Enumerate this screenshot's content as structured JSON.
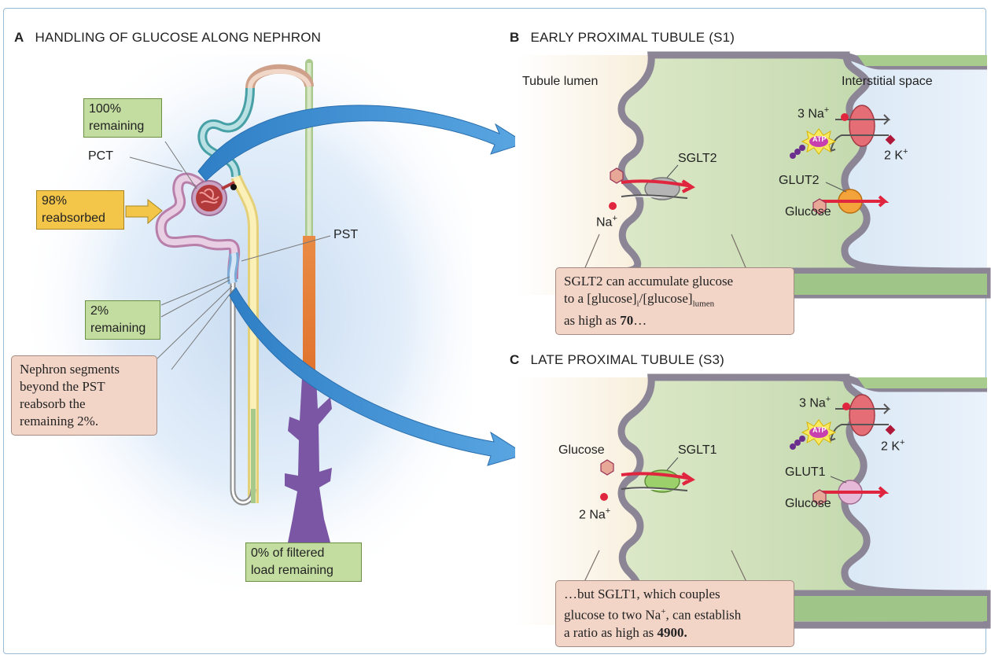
{
  "panel_a": {
    "letter": "A",
    "title": "HANDLING OF GLUCOSE ALONG NEPHRON",
    "box_100": [
      "100%",
      "remaining"
    ],
    "pct_label": "PCT",
    "box_98": [
      "98%",
      "reabsorbed"
    ],
    "pst_label": "PST",
    "box_2": [
      "2%",
      "remaining"
    ],
    "note": [
      "Nephron segments",
      "beyond the PST",
      "reabsorb the",
      "remaining 2%."
    ],
    "box_0": [
      "0% of filtered",
      "load remaining"
    ]
  },
  "panel_b": {
    "letter": "B",
    "title": "EARLY PROXIMAL TUBULE (S1)",
    "lumen_label": "Tubule lumen",
    "interstitial_label": "Interstitial space",
    "na3_label": "3 Na",
    "plus": "+",
    "atp": "ATP",
    "k2_label": "2 K",
    "sglt_label": "SGLT2",
    "glut_label": "GLUT2",
    "glucose_label": "Glucose",
    "na_label": "Na",
    "note": {
      "line1": "SGLT2 can accumulate glucose",
      "line2_a": "to a [glucose]",
      "line2_sub1": "i",
      "line2_b": "/[glucose]",
      "line2_sub2": "lumen",
      "line3_a": "as high as ",
      "line3_bold": "70",
      "line3_b": "…"
    }
  },
  "panel_c": {
    "letter": "C",
    "title": "LATE PROXIMAL TUBULE (S3)",
    "na3_label": "3 Na",
    "plus": "+",
    "atp": "ATP",
    "k2_label": "2 K",
    "glucose_left": "Glucose",
    "sglt_label": "SGLT1",
    "glut_label": "GLUT1",
    "glucose_label": "Glucose",
    "na2_label": "2 Na",
    "note": {
      "line1": "…but SGLT1, which couples",
      "line2": "glucose to two Na",
      "line2_sup": "+",
      "line2_end": ", can establish",
      "line3_a": "a ratio as high as ",
      "line3_bold": "4900."
    }
  },
  "colors": {
    "arrow_blue": "#3f8fd2",
    "cell_green": "#c6dbb3",
    "membrane": "#8b8596",
    "note_bg": "#f3d5c8",
    "box_green": "#c3dca0",
    "box_yellow": "#f3c64a",
    "medulla_purple": "#7b56a4",
    "sodium_red": "#e0263e"
  }
}
